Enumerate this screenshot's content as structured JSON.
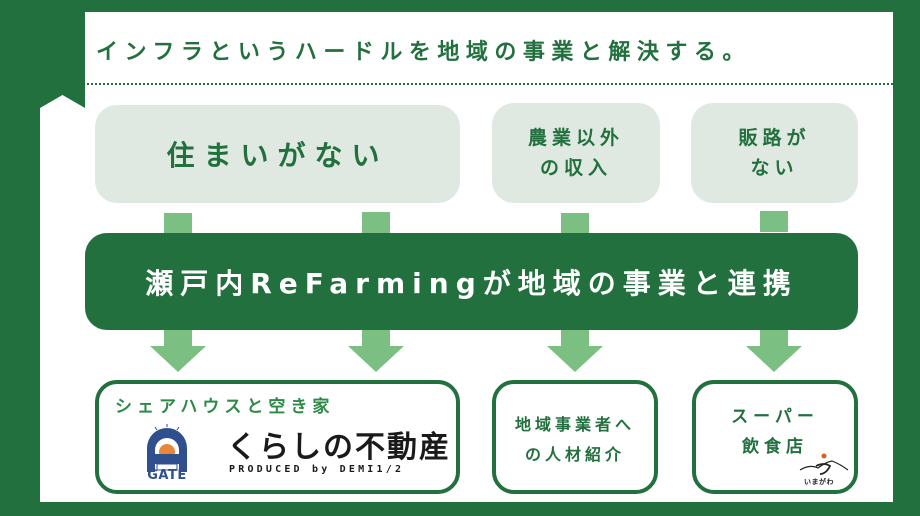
{
  "header": {
    "title": "インフラというハードルを地域の事業と解決する。"
  },
  "problems": [
    {
      "label": "住まいがない"
    },
    {
      "line1": "農業以外",
      "line2": "の収入"
    },
    {
      "line1": "販路が",
      "line2": "ない"
    }
  ],
  "center_bar": {
    "label": "瀬戸内ReFarmingが地域の事業と連携"
  },
  "solutions": {
    "housing": {
      "title": "シェアハウスと空き家",
      "logo_gate": {
        "icon": "gate-logo-icon",
        "text": "GATE"
      },
      "logo_kurashi": {
        "text_before": "くらしの不",
        "text_after": "動産",
        "tagline": "PRODUCED by DEMI1/2"
      }
    },
    "talent": {
      "line1": "地域事業者へ",
      "line2": "の人材紹介"
    },
    "sales": {
      "line1": "スーパー",
      "line2": "飲食店",
      "logo_imagawa": {
        "icon": "imagawa-logo-icon",
        "text": "いまがわ"
      }
    }
  },
  "colors": {
    "primary_green": "#23703f",
    "light_green_box": "#dfe9e1",
    "arrow_green": "#7bbf83",
    "gate_blue": "#2f4f8f",
    "gate_orange": "#e8873a"
  }
}
